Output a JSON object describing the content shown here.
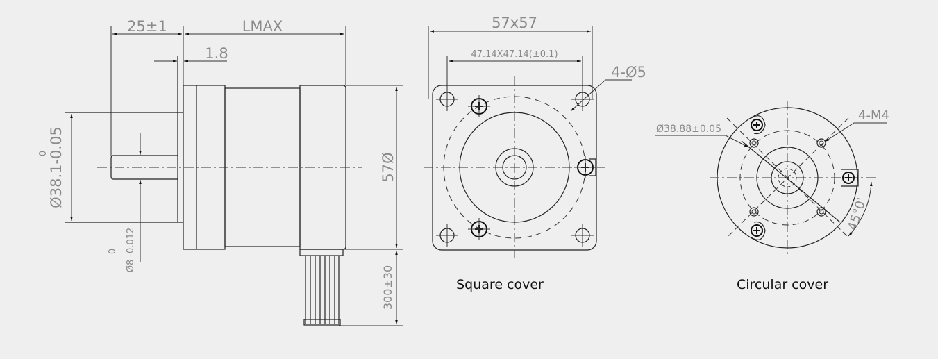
{
  "side_view": {
    "shaft_length": "25±1",
    "body_length": "LMAX",
    "flange_step": "1.8",
    "body_height": "57Ø",
    "pilot_diameter": "Ø38.1-0.05",
    "pilot_tolerance_upper": "0",
    "shaft_diameter": "Ø8 -0.012",
    "shaft_tolerance_upper": "0",
    "lead_length": "300±30"
  },
  "square_cover": {
    "label": "Square cover",
    "outer_size": "57x57",
    "hole_spacing": "47.14X47.14(±0.1)",
    "holes": "4-Ø5"
  },
  "circular_cover": {
    "label": "Circular cover",
    "bolt_circle": "Ø38.88±0.05",
    "threads": "4-M4",
    "angle": "45°0'"
  }
}
